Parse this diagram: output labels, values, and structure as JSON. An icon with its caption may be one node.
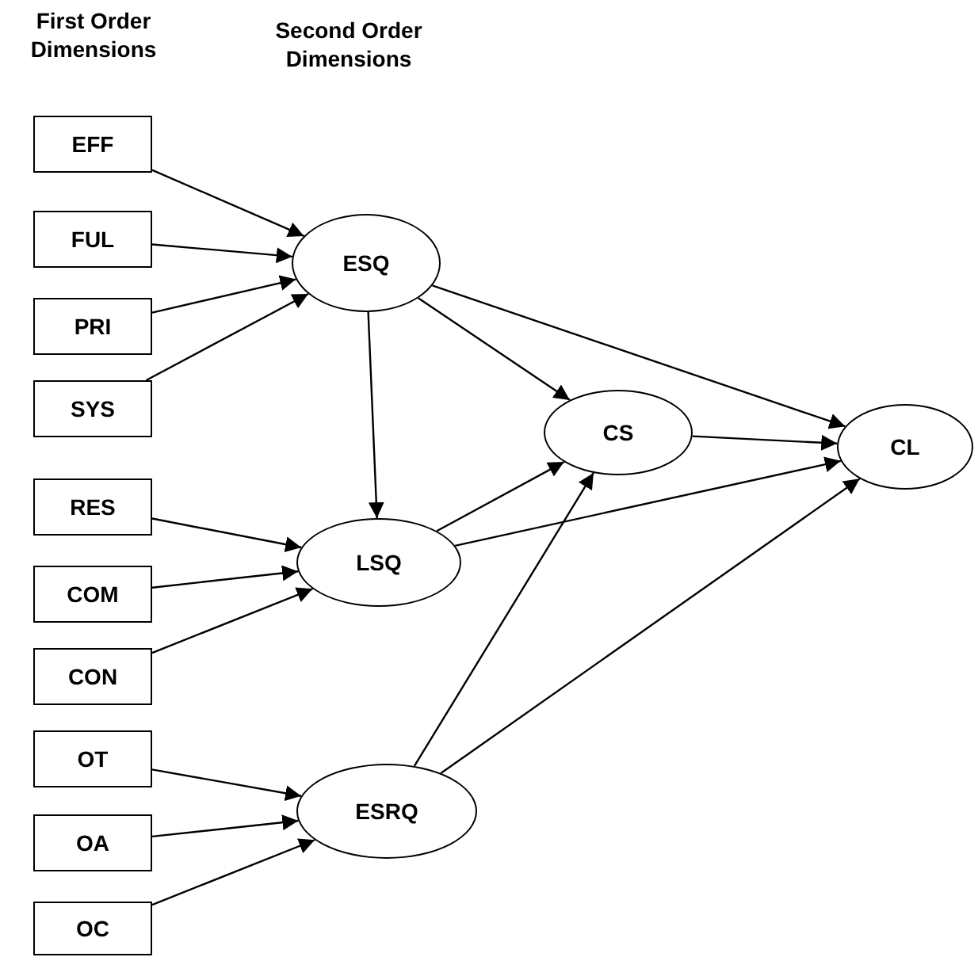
{
  "diagram": {
    "nodes": [
      {
        "text": [
          "EFF"
        ]
      },
      {
        "text": [
          "FUL"
        ]
      },
      {
        "text": [
          "PRI"
        ]
      },
      {
        "text": [
          "SYS"
        ]
      },
      {
        "text": [
          "RES"
        ]
      },
      {
        "text": [
          "COM"
        ]
      },
      {
        "text": [
          "CON"
        ]
      },
      {
        "text": [
          "OT"
        ]
      },
      {
        "text": [
          "OA"
        ]
      },
      {
        "text": [
          "OC"
        ]
      },
      {
        "text": [
          "ESQ"
        ]
      },
      {
        "text": [
          "LSQ"
        ]
      },
      {
        "text": [
          "ESRQ"
        ]
      },
      {
        "text": [
          "CS"
        ]
      },
      {
        "text": [
          "CL"
        ]
      }
    ],
    "edges": [
      {
        "from": 0,
        "to": 10,
        "arrow": "to"
      },
      {
        "from": 1,
        "to": 10,
        "arrow": "to"
      },
      {
        "from": 2,
        "to": 10,
        "arrow": "to"
      },
      {
        "from": 3,
        "to": 10,
        "arrow": "to"
      },
      {
        "from": 10,
        "to": 11,
        "arrow": "to"
      },
      {
        "from": 10,
        "to": 13,
        "arrow": "to"
      },
      {
        "from": 10,
        "to": 14,
        "arrow": "to"
      },
      {
        "from": 4,
        "to": 11,
        "arrow": "to"
      },
      {
        "from": 5,
        "to": 11,
        "arrow": "to"
      },
      {
        "from": 6,
        "to": 11,
        "arrow": "to"
      },
      {
        "from": 11,
        "to": 13,
        "arrow": "to"
      },
      {
        "from": 11,
        "to": 14,
        "arrow": "to"
      },
      {
        "from": 13,
        "to": 14,
        "arrow": "to"
      },
      {
        "from": 7,
        "to": 12,
        "arrow": "to"
      },
      {
        "from": 8,
        "to": 12,
        "arrow": "to"
      },
      {
        "from": 9,
        "to": 12,
        "arrow": "to"
      },
      {
        "from": 12,
        "to": 13,
        "arrow": "to"
      },
      {
        "from": 12,
        "to": 14,
        "arrow": "to"
      }
    ],
    "labels": [
      "First Order Dimensions",
      "Second Order Dimensions"
    ]
  }
}
